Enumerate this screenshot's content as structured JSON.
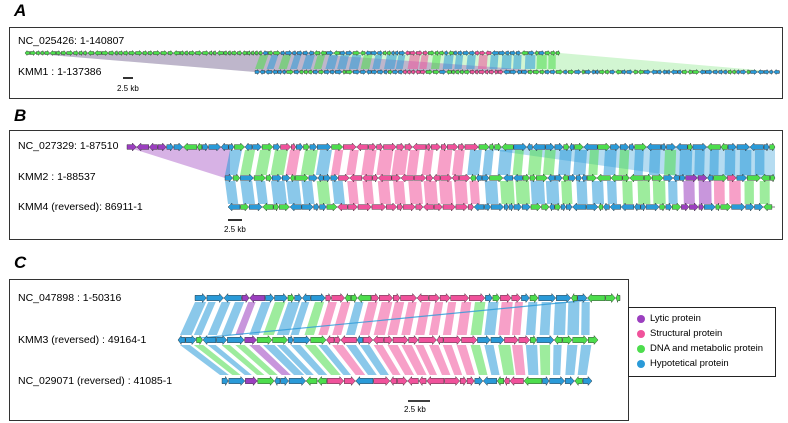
{
  "panels": [
    {
      "letter": "A",
      "tracks": [
        {
          "label": "NC_025426: 1-140807"
        },
        {
          "label": "KMM1 : 1-137386"
        }
      ],
      "scale": "2.5 kb"
    },
    {
      "letter": "B",
      "tracks": [
        {
          "label": "NC_027329: 1-87510"
        },
        {
          "label": "KMM2 : 1-88537"
        },
        {
          "label": "KMM4 (reversed): 86911-1"
        }
      ],
      "scale": "2.5 kb"
    },
    {
      "letter": "C",
      "tracks": [
        {
          "label": "NC_047898 : 1-50316"
        },
        {
          "label": "KMM3 (reversed) : 49164-1"
        },
        {
          "label": "NC_029071 (reversed) : 41085-1"
        }
      ],
      "scale": "2.5 kb"
    }
  ],
  "legend": [
    {
      "label": "Lytic protein",
      "color": "#9b3fbf"
    },
    {
      "label": "Structural protein",
      "color": "#f0529b"
    },
    {
      "label": "DNA and metabolic protein",
      "color": "#4ddd4d"
    },
    {
      "label": "Hypotetical protein",
      "color": "#2a9ad8"
    }
  ]
}
